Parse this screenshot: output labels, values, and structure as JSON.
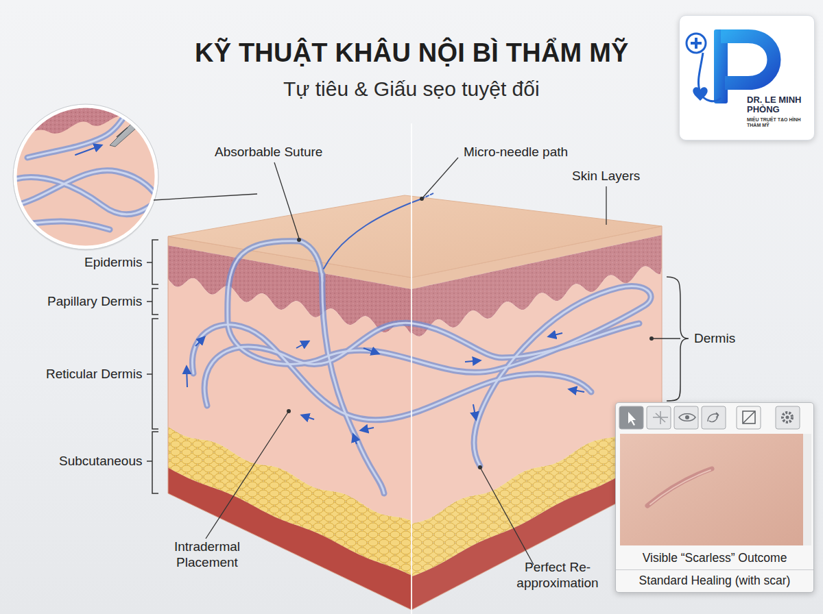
{
  "diagram": {
    "title": "KỸ THUẬT KHÂU NỘI BÌ THẨM MỸ",
    "nodes": [
      {
        "text": [
          "DR. LE MINH PHÒNG",
          "MIẾU TRUẾT TẠO HÌNH THẨM MỸ"
        ]
      },
      {
        "text": [
          "Visible “Scarless” Outcome",
          "Standard Healing (with scar)"
        ]
      }
    ],
    "labels": [
      "Tự tiêu & Giấu sẹo tuyệt đối",
      "Absorbable Suture",
      "Micro-needle path",
      "Skin Layers",
      "Epidermis",
      "Papillary Dermis",
      "Reticular Dermis",
      "Dermis",
      "Subcutaneous",
      "Intradermal Placement",
      "Perfect Re-approximation"
    ]
  }
}
